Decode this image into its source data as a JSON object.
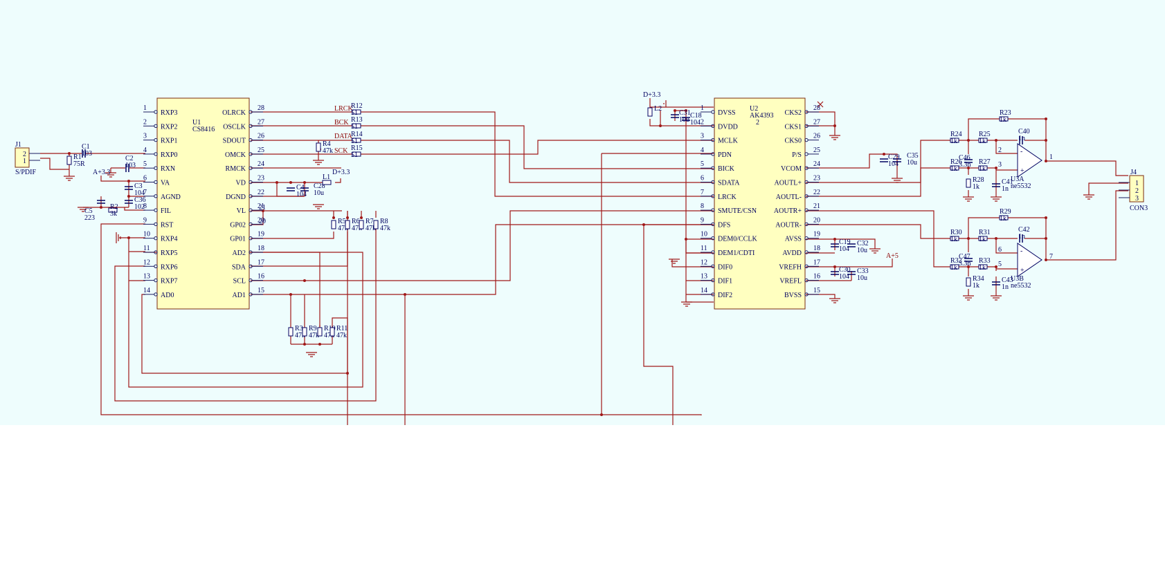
{
  "u1": {
    "ref": "U1",
    "part": "CS8416",
    "left_pins": [
      {
        "n": "1",
        "name": "RXP3"
      },
      {
        "n": "2",
        "name": "RXP2"
      },
      {
        "n": "3",
        "name": "RXP1"
      },
      {
        "n": "4",
        "name": "RXP0"
      },
      {
        "n": "5",
        "name": "RXN"
      },
      {
        "n": "6",
        "name": "VA"
      },
      {
        "n": "7",
        "name": "AGND"
      },
      {
        "n": "8",
        "name": "FIL"
      },
      {
        "n": "9",
        "name": "RST"
      },
      {
        "n": "10",
        "name": "RXP4"
      },
      {
        "n": "11",
        "name": "RXP5"
      },
      {
        "n": "12",
        "name": "RXP6"
      },
      {
        "n": "13",
        "name": "RXP7"
      },
      {
        "n": "14",
        "name": "AD0"
      }
    ],
    "right_pins": [
      {
        "n": "28",
        "name": "OLRCK"
      },
      {
        "n": "27",
        "name": "OSCLK"
      },
      {
        "n": "26",
        "name": "SDOUT"
      },
      {
        "n": "25",
        "name": "OMCK"
      },
      {
        "n": "24",
        "name": "RMCK"
      },
      {
        "n": "23",
        "name": "VD"
      },
      {
        "n": "22",
        "name": "DGND"
      },
      {
        "n": "21",
        "name": "VL"
      },
      {
        "n": "20",
        "name": "GP02"
      },
      {
        "n": "19",
        "name": "GP01"
      },
      {
        "n": "18",
        "name": "AD2"
      },
      {
        "n": "17",
        "name": "SDA"
      },
      {
        "n": "16",
        "name": "SCL"
      },
      {
        "n": "15",
        "name": "AD1"
      }
    ]
  },
  "u2": {
    "ref": "U2",
    "part": "AK4393",
    "left_pins": [
      {
        "n": "1",
        "name": "DVSS"
      },
      {
        "n": "2",
        "name": "DVDD"
      },
      {
        "n": "3",
        "name": "MCLK"
      },
      {
        "n": "4",
        "name": "PDN"
      },
      {
        "n": "5",
        "name": "BICK"
      },
      {
        "n": "6",
        "name": "SDATA"
      },
      {
        "n": "7",
        "name": "LRCK"
      },
      {
        "n": "8",
        "name": "SMUTE/CSN"
      },
      {
        "n": "9",
        "name": "DFS"
      },
      {
        "n": "10",
        "name": "DEM0/CCLK"
      },
      {
        "n": "11",
        "name": "DEM1/CDTI"
      },
      {
        "n": "12",
        "name": "DIF0"
      },
      {
        "n": "13",
        "name": "DIF1"
      },
      {
        "n": "14",
        "name": "DIF2"
      }
    ],
    "right_pins": [
      {
        "n": "28",
        "name": "CKS2"
      },
      {
        "n": "27",
        "name": "CKS1"
      },
      {
        "n": "26",
        "name": "CKS0"
      },
      {
        "n": "25",
        "name": "P/S"
      },
      {
        "n": "24",
        "name": "VCOM"
      },
      {
        "n": "23",
        "name": "AOUTL+"
      },
      {
        "n": "22",
        "name": "AOUTL-"
      },
      {
        "n": "21",
        "name": "AOUTR+"
      },
      {
        "n": "20",
        "name": "AOUTR-"
      },
      {
        "n": "19",
        "name": "AVSS"
      },
      {
        "n": "18",
        "name": "AVDD"
      },
      {
        "n": "17",
        "name": "VREFH"
      },
      {
        "n": "16",
        "name": "VREFL"
      },
      {
        "n": "15",
        "name": "BVSS"
      }
    ]
  },
  "connectors": {
    "j1": {
      "ref": "J1",
      "name": "S/PDIF",
      "pins": [
        "2",
        "1"
      ]
    },
    "j4": {
      "ref": "J4",
      "name": "CON3",
      "pins": [
        "1",
        "2",
        "3"
      ]
    }
  },
  "nets": {
    "lrck": "LRCK",
    "bck": "BCK",
    "data": "DATA",
    "sck": "SCK",
    "a33": "A+3.3",
    "d33a": "D+3.3",
    "d33b": "D+3.3",
    "a5": "A+5"
  },
  "parts": {
    "r1": {
      "ref": "R1",
      "val": "75R"
    },
    "c1": {
      "ref": "C1",
      "val": "103"
    },
    "c2": {
      "ref": "C2",
      "val": "103"
    },
    "c3": {
      "ref": "C3",
      "val": "104"
    },
    "c36": {
      "ref": "C36",
      "val": "102"
    },
    "c5": {
      "ref": "C5",
      "val": "223"
    },
    "r2": {
      "ref": "R2",
      "val": "3k"
    },
    "r4": {
      "ref": "R4",
      "val": "47k"
    },
    "r12": {
      "ref": "R12",
      "val": "51"
    },
    "r13": {
      "ref": "R13",
      "val": "51"
    },
    "r14": {
      "ref": "R14",
      "val": "51"
    },
    "r15": {
      "ref": "R15",
      "val": "51"
    },
    "c4": {
      "ref": "C4",
      "val": "104"
    },
    "c28": {
      "ref": "C28",
      "val": "10u"
    },
    "l1": {
      "ref": "L1",
      "val": ""
    },
    "r5": {
      "ref": "R5",
      "val": "47k"
    },
    "r6": {
      "ref": "R6",
      "val": "47k"
    },
    "r7": {
      "ref": "R7",
      "val": "47k"
    },
    "r8": {
      "ref": "R8",
      "val": "47k"
    },
    "r3": {
      "ref": "R3",
      "val": "47k"
    },
    "r9": {
      "ref": "R9",
      "val": "47k"
    },
    "r10": {
      "ref": "R10",
      "val": "47k"
    },
    "r11": {
      "ref": "R11",
      "val": "47k"
    },
    "l2": {
      "ref": "L2",
      "val": ""
    },
    "c31": {
      "ref": "C31",
      "val": "10u"
    },
    "c18": {
      "ref": "C18",
      "val": "104"
    },
    "c29": {
      "ref": "C29",
      "val": "104"
    },
    "c35": {
      "ref": "C35",
      "val": "10u"
    },
    "c19": {
      "ref": "C19",
      "val": "104"
    },
    "c32": {
      "ref": "C32",
      "val": "10u"
    },
    "c30": {
      "ref": "C30",
      "val": "104"
    },
    "c33": {
      "ref": "C33",
      "val": "10u"
    },
    "r23": {
      "ref": "R23",
      "val": "1k"
    },
    "c40": {
      "ref": "C40",
      "val": "1n"
    },
    "r24": {
      "ref": "R24",
      "val": "1k"
    },
    "r25": {
      "ref": "R25",
      "val": "1k"
    },
    "c46": {
      "ref": "C46",
      "val": "3.3n"
    },
    "r26": {
      "ref": "R26",
      "val": "1k"
    },
    "r27": {
      "ref": "R27",
      "val": "1k"
    },
    "r28": {
      "ref": "R28",
      "val": "1k"
    },
    "c41": {
      "ref": "C41",
      "val": "1n"
    },
    "u3a": {
      "ref": "U3A",
      "val": "ne5532"
    },
    "r29": {
      "ref": "R29",
      "val": "1k"
    },
    "c42": {
      "ref": "C42",
      "val": "1n"
    },
    "r30": {
      "ref": "R30",
      "val": "1k"
    },
    "r31": {
      "ref": "R31",
      "val": "1k"
    },
    "c47": {
      "ref": "C47",
      "val": "3.3n"
    },
    "r32": {
      "ref": "R32",
      "val": "1k"
    },
    "r33": {
      "ref": "R33",
      "val": "1k"
    },
    "r34": {
      "ref": "R34",
      "val": "1k"
    },
    "c43": {
      "ref": "C43",
      "val": "1n"
    },
    "u3b": {
      "ref": "U3B",
      "val": "ne5532"
    }
  },
  "opamp_pins": {
    "a_in_neg": "2",
    "a_in_pos": "3",
    "a_out": "1",
    "b_in_neg": "6",
    "b_in_pos": "5",
    "b_out": "7",
    "plus": "+",
    "minus": "-"
  },
  "junction_labels": {
    "u1_p21_ext": "21",
    "u1_p20_ext": "20",
    "u2_p2_ext": "2"
  }
}
